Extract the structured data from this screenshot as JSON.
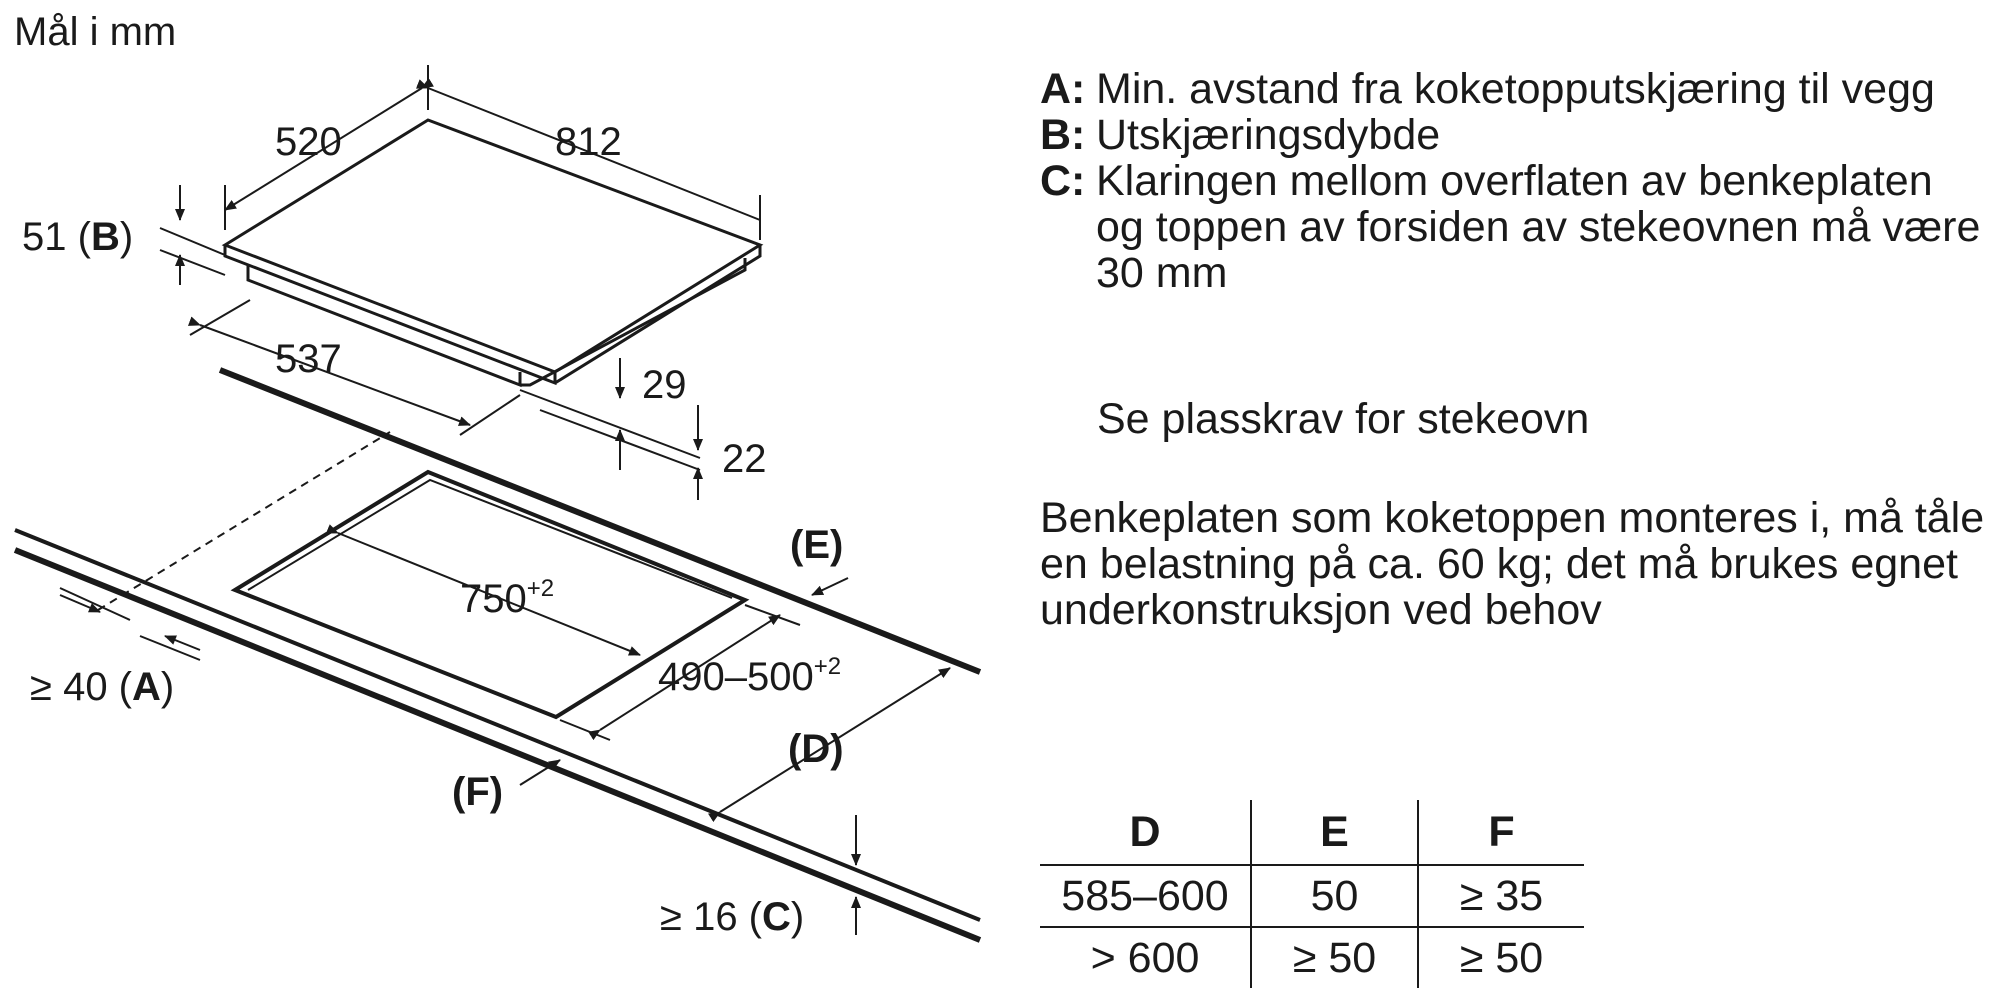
{
  "units_label": "Mål i mm",
  "legend": [
    {
      "key": "A:",
      "text": "Min. avstand fra koketopputskjæring til vegg"
    },
    {
      "key": "B:",
      "text": "Utskjæringsdybde"
    },
    {
      "key": "C:",
      "text": "Klaringen mellom overflaten av benkeplaten og toppen av forsiden av stekeovnen må være 30 mm"
    }
  ],
  "oven_note": "Se plasskrav for stekeovn",
  "load_note": "Benkeplaten som koketoppen monteres i, må tåle en belastning på ca. 60 kg; det må brukes egnet underkonstruksjon ved behov",
  "dimensions": {
    "width": "812",
    "depth": "520",
    "thickness": "51",
    "thickness_ref": "B",
    "inner_width": "537",
    "frame_height": "29",
    "under_height": "22",
    "cutout_width": "750",
    "cutout_width_tol": "+2",
    "cutout_depth": "490–500",
    "cutout_depth_tol": "+2",
    "wall_gap_sym": "≥ 40",
    "wall_gap_ref": "A",
    "clearance_sym": "≥ 16",
    "clearance_ref": "C",
    "ref_e": "(E)",
    "ref_d": "(D)",
    "ref_f": "(F)"
  },
  "table": {
    "headers": [
      "D",
      "E",
      "F"
    ],
    "rows": [
      [
        "585–600",
        "50",
        "≥ 35"
      ],
      [
        "> 600",
        "≥ 50",
        "≥ 50"
      ]
    ]
  },
  "colors": {
    "ink": "#1a1a1a",
    "background": "#ffffff"
  }
}
